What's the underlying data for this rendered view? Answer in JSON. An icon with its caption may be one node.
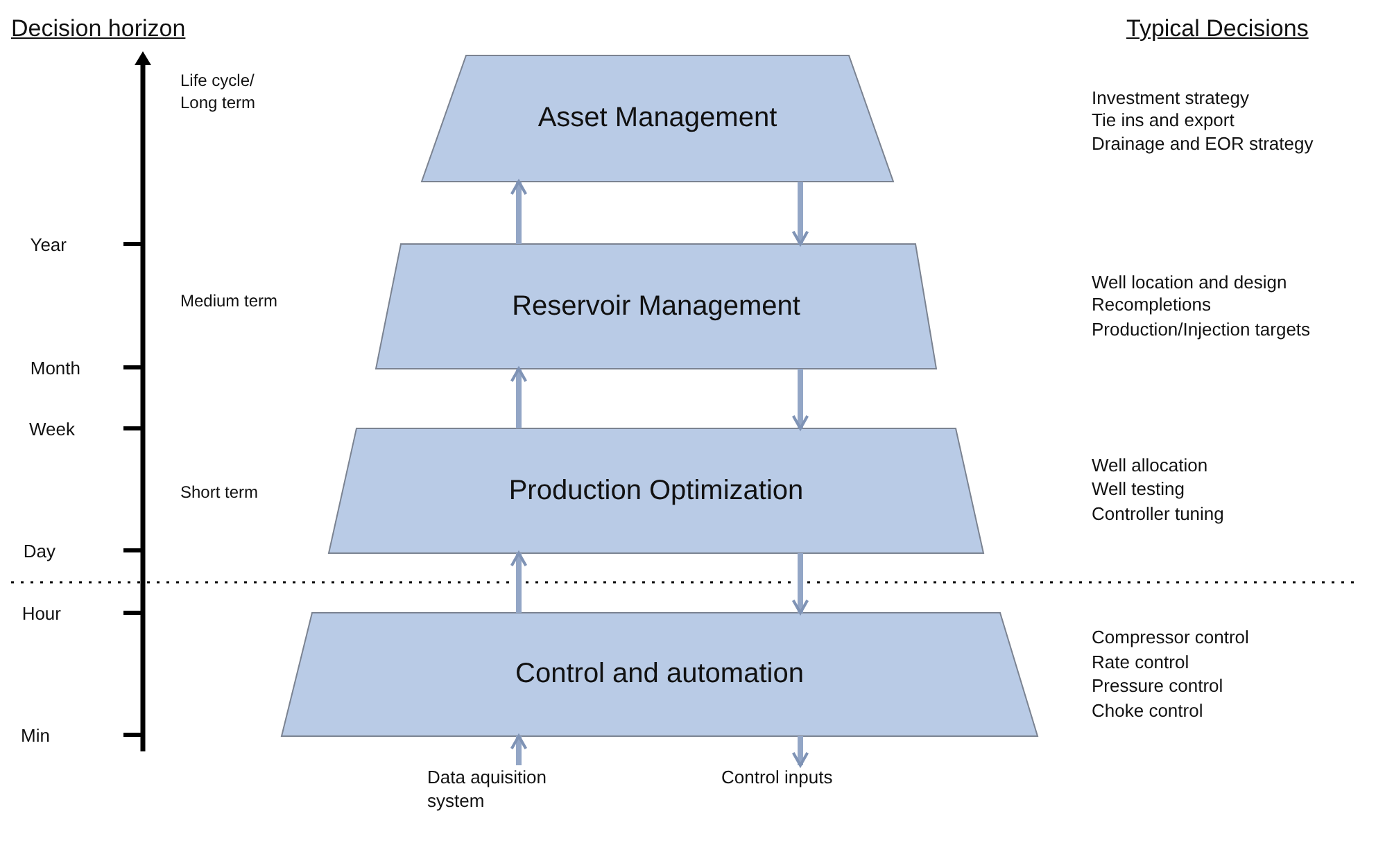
{
  "diagram": {
    "nodes": [
      {
        "text": [
          "Asset Management"
        ]
      },
      {
        "text": [
          "Reservoir Management"
        ]
      },
      {
        "text": [
          "Production Optimization"
        ]
      },
      {
        "text": [
          "Control and automation"
        ]
      },
      {
        "text": [
          "Data aquisition system"
        ]
      },
      {
        "text": [
          "Control inputs"
        ]
      }
    ],
    "edges": [
      {
        "from": 1,
        "to": 0,
        "arrow": "to"
      },
      {
        "from": 0,
        "to": 1,
        "arrow": "to"
      },
      {
        "from": 2,
        "to": 1,
        "arrow": "to"
      },
      {
        "from": 1,
        "to": 2,
        "arrow": "to"
      },
      {
        "from": 3,
        "to": 2,
        "arrow": "to"
      },
      {
        "from": 2,
        "to": 3,
        "arrow": "to"
      },
      {
        "from": 4,
        "to": 3,
        "arrow": "to"
      },
      {
        "from": 3,
        "to": 5,
        "arrow": "to"
      }
    ],
    "labels": [
      "Decision horizon",
      "Typical Decisions",
      "Life cycle/ Long term",
      "Investment strategy",
      "Tie ins and export",
      "Drainage and EOR strategy",
      "Year",
      "Medium term",
      "Well location and design",
      "Recompletions",
      "Production/Injection targets",
      "Month",
      "Week",
      "Short term",
      "Well allocation",
      "Well testing",
      "Controller tuning",
      "Day",
      "Hour",
      "Compressor control",
      "Rate control",
      "Pressure control",
      "Choke control",
      "Min"
    ]
  }
}
